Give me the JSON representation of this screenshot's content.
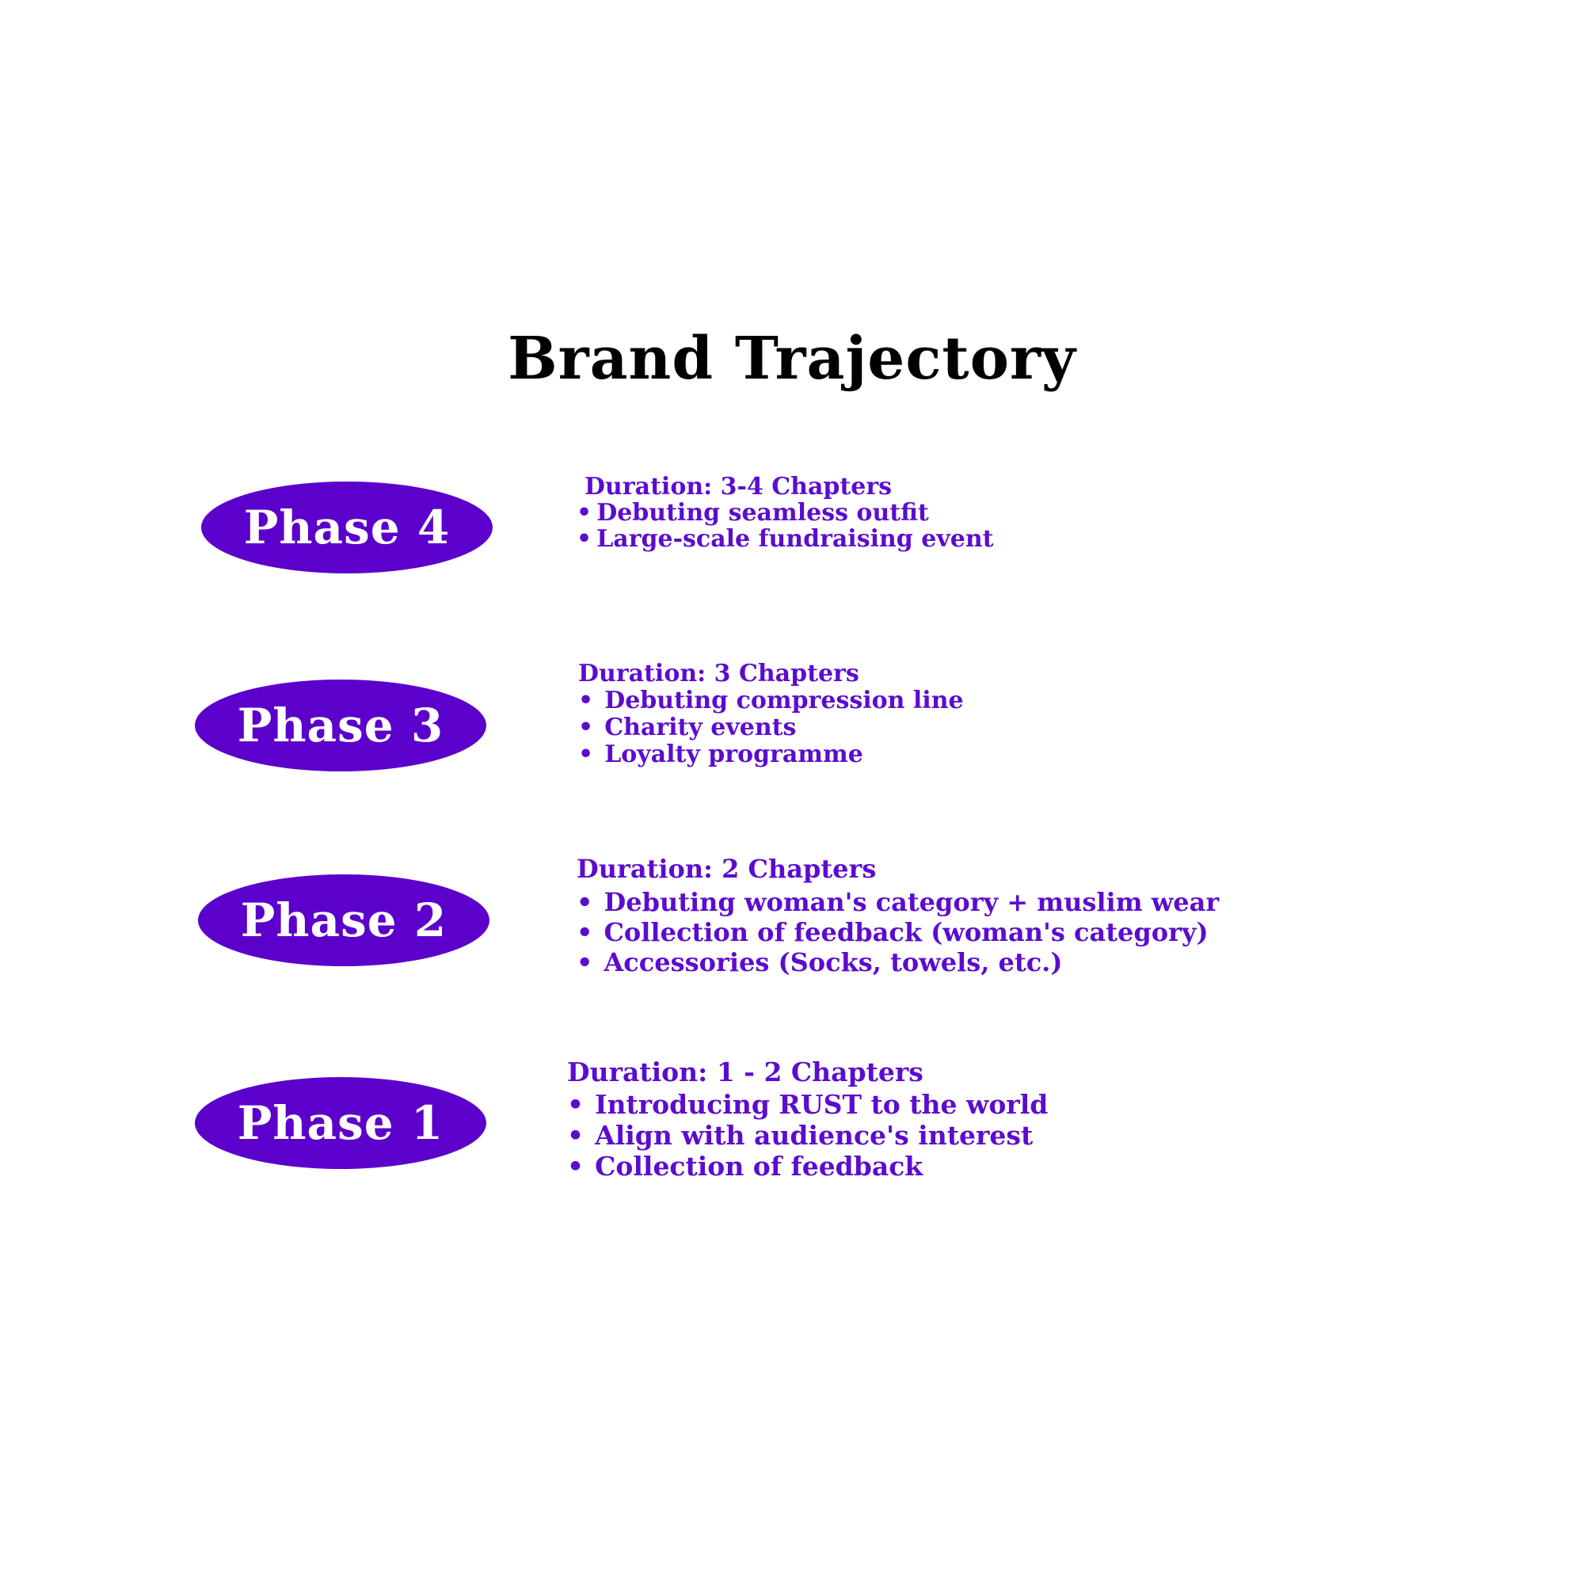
{
  "title": "Brand Trajectory",
  "colors": {
    "pill_fill": "#5c00cc",
    "pill_text": "#ffffff",
    "detail_text": "#5c0ccf",
    "title_text": "#000000",
    "background": "#ffffff"
  },
  "phases": [
    {
      "label": "Phase 4",
      "duration": "Duration: 3-4 Chapters",
      "items": [
        "Debuting seamless outfit",
        "Large-scale fundraising event"
      ]
    },
    {
      "label": "Phase 3",
      "duration": "Duration: 3 Chapters",
      "items": [
        "Debuting compression line",
        "Charity events",
        "Loyalty programme"
      ]
    },
    {
      "label": "Phase 2",
      "duration": "Duration: 2 Chapters",
      "items": [
        "Debuting woman's category + muslim wear",
        "Collection of feedback (woman's category)",
        "Accessories (Socks, towels, etc.)"
      ]
    },
    {
      "label": "Phase 1",
      "duration": "Duration: 1 - 2 Chapters",
      "items": [
        "Introducing RUST to the world",
        "Align with audience's interest",
        "Collection of feedback"
      ]
    }
  ],
  "bullet_glyph": "•"
}
